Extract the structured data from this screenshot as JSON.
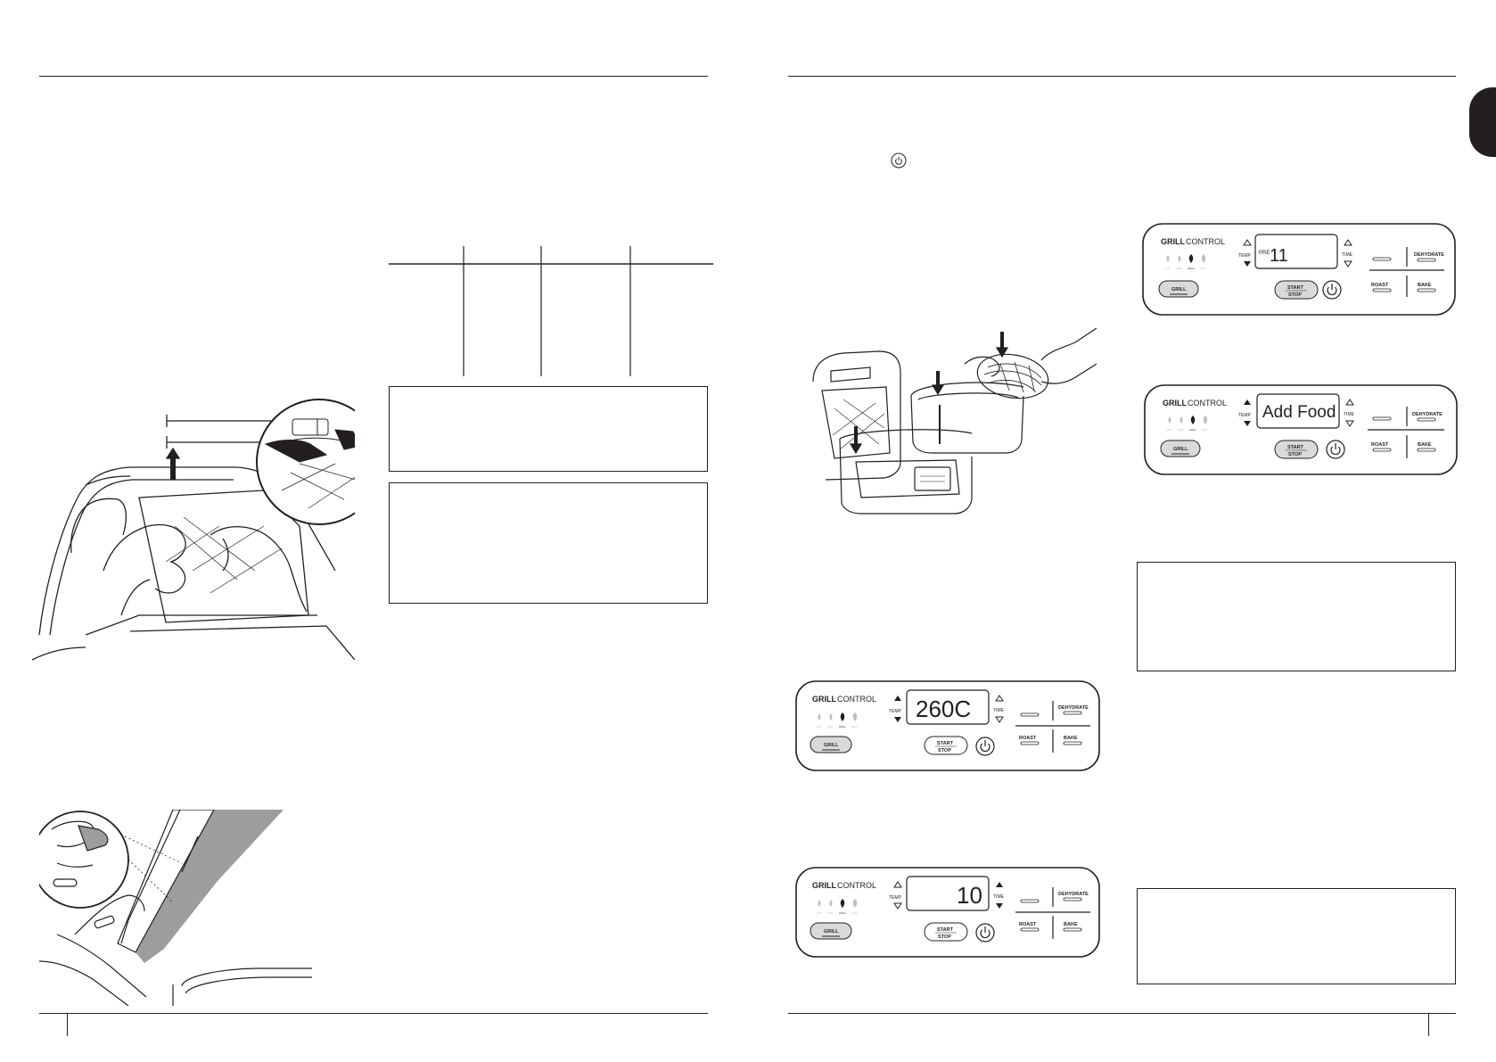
{
  "panels": [
    {
      "brand_bold": "GRILL",
      "brand_light": "CONTROL",
      "display": "11",
      "display_prefix": "PRE",
      "temp_label": "TEMP",
      "time_label": "TIME",
      "grill_label": "GRILL",
      "start_label": "START",
      "stop_label": "STOP",
      "dehydrate_label": "DEHYDRATE",
      "roast_label": "ROAST",
      "bake_label": "BAKE",
      "level_labels": [
        "LOW",
        "MED",
        "HIGH",
        "MAX"
      ]
    },
    {
      "brand_bold": "GRILL",
      "brand_light": "CONTROL",
      "display": "Add Food",
      "display_prefix": "",
      "temp_label": "TEMP",
      "time_label": "TIME",
      "grill_label": "GRILL",
      "start_label": "START",
      "stop_label": "STOP",
      "dehydrate_label": "DEHYDRATE",
      "roast_label": "ROAST",
      "bake_label": "BAKE",
      "level_labels": [
        "LOW",
        "MED",
        "HIGH",
        "MAX"
      ]
    },
    {
      "brand_bold": "GRILL",
      "brand_light": "CONTROL",
      "display": "260C",
      "display_prefix": "",
      "temp_label": "TEMP",
      "time_label": "TIME",
      "grill_label": "GRILL",
      "start_label": "START",
      "stop_label": "STOP",
      "dehydrate_label": "DEHYDRATE",
      "roast_label": "ROAST",
      "bake_label": "BAKE",
      "level_labels": [
        "LOW",
        "MED",
        "HIGH",
        "MAX"
      ]
    },
    {
      "brand_bold": "GRILL",
      "brand_light": "CONTROL",
      "display": "10",
      "display_prefix": "",
      "temp_label": "TEMP",
      "time_label": "TIME",
      "grill_label": "GRILL",
      "start_label": "START",
      "stop_label": "STOP",
      "dehydrate_label": "DEHYDRATE",
      "roast_label": "ROAST",
      "bake_label": "BAKE",
      "level_labels": [
        "LOW",
        "MED",
        "HIGH",
        "MAX"
      ]
    }
  ],
  "icons": {
    "power": "power-icon",
    "arrow": "arrow-down-icon"
  },
  "colors": {
    "ink": "#231f20",
    "panel_fill": "#f4f4f4",
    "grill_button": "#d9d9d9"
  }
}
